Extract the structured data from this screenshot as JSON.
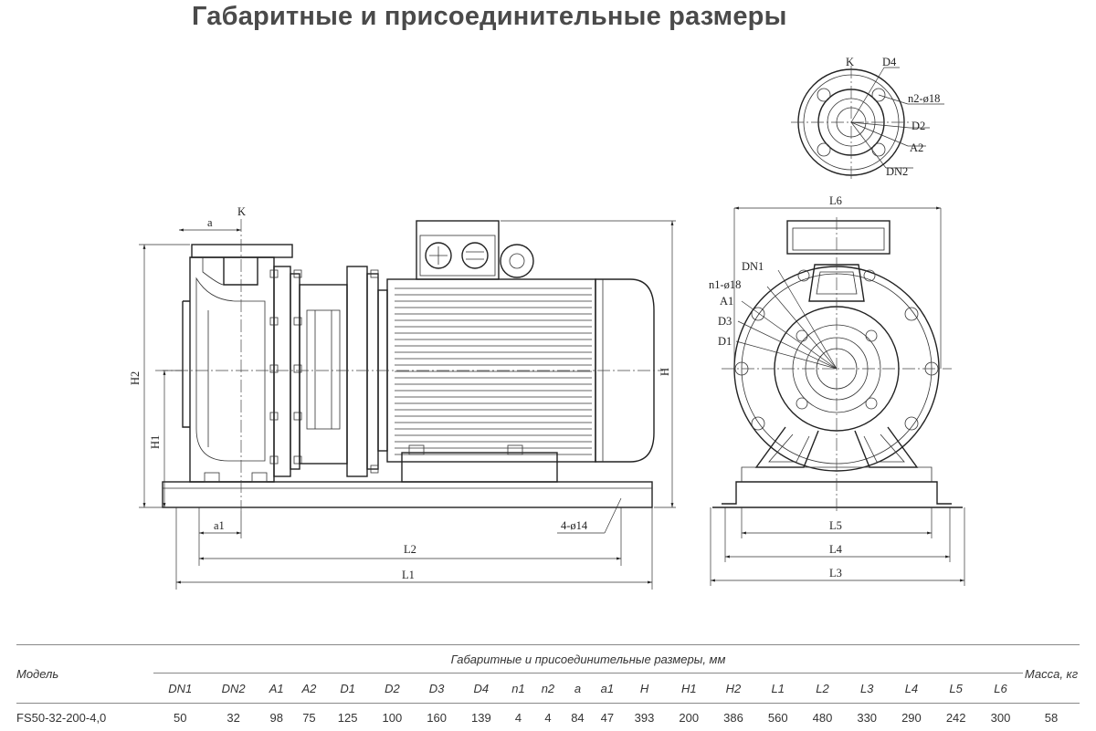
{
  "title": "Габаритные и присоединительные размеры",
  "side_view_labels": {
    "a": "a",
    "k": "K",
    "h2": "H2",
    "h1": "H1",
    "h": "H",
    "a1": "a1",
    "bolt": "4-ø14",
    "l2": "L2",
    "l1": "L1"
  },
  "flange_view_labels": {
    "k": "K",
    "d4": "D4",
    "n2": "n2-ø18",
    "d2": "D2",
    "a2": "A2",
    "dn2": "DN2"
  },
  "front_view_labels": {
    "l6": "L6",
    "dn1": "DN1",
    "n1": "n1-ø18",
    "a1": "A1",
    "d3": "D3",
    "d1": "D1",
    "l5": "L5",
    "l4": "L4",
    "l3": "L3"
  },
  "table": {
    "group_header": "Габаритные и присоединительные размеры, мм",
    "model_header": "Модель",
    "mass_header": "Масса, кг",
    "columns": [
      "DN1",
      "DN2",
      "A1",
      "A2",
      "D1",
      "D2",
      "D3",
      "D4",
      "n1",
      "n2",
      "a",
      "a1",
      "H",
      "H1",
      "H2",
      "L1",
      "L2",
      "L3",
      "L4",
      "L5",
      "L6"
    ],
    "rows": [
      {
        "model": "FS50-32-200-4,0",
        "values": [
          "50",
          "32",
          "98",
          "75",
          "125",
          "100",
          "160",
          "139",
          "4",
          "4",
          "84",
          "47",
          "393",
          "200",
          "386",
          "560",
          "480",
          "330",
          "290",
          "242",
          "300"
        ],
        "mass": "58"
      }
    ]
  }
}
